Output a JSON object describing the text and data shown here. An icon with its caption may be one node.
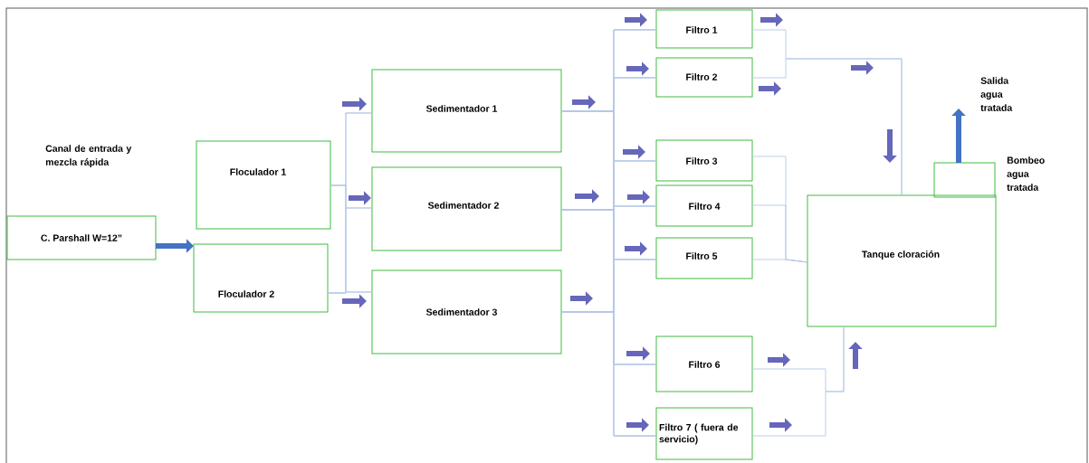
{
  "diagram": {
    "nodes": [
      {
        "text": [
          "C. Parshall W=12”"
        ]
      },
      {
        "text": [
          "Floculador 1"
        ]
      },
      {
        "text": [
          "Floculador 2"
        ]
      },
      {
        "text": [
          "Sedimentador 1"
        ]
      },
      {
        "text": [
          "Sedimentador 2"
        ]
      },
      {
        "text": [
          "Sedimentador 3"
        ]
      },
      {
        "text": [
          "Filtro 1"
        ]
      },
      {
        "text": [
          "Filtro 2"
        ]
      },
      {
        "text": [
          "Filtro 3"
        ]
      },
      {
        "text": [
          "Filtro 4"
        ]
      },
      {
        "text": [
          "Filtro 5"
        ]
      },
      {
        "text": [
          "Filtro 6"
        ]
      },
      {
        "text": [
          "Filtro 7 ( fuera de servicio)"
        ]
      },
      {
        "text": [
          "Tanque cloración"
        ]
      },
      {
        "text": [],
        "shape": "box",
        "beside": [
          "Bombeo agua tratada"
        ]
      }
    ],
    "edges": [
      {
        "from": 0,
        "to": 2,
        "arrow": "to",
        "style": "thick",
        "color": "#4472c4"
      },
      {
        "from": 1,
        "to": 3,
        "arrow": "none"
      },
      {
        "from": 1,
        "to": 4,
        "arrow": "none"
      },
      {
        "from": 1,
        "to": 5,
        "arrow": "none"
      },
      {
        "from": 2,
        "to": 3,
        "arrow": "none"
      },
      {
        "from": 2,
        "to": 4,
        "arrow": "none"
      },
      {
        "from": 2,
        "to": 5,
        "arrow": "none"
      },
      {
        "from": 3,
        "to": 6,
        "arrow": "none"
      },
      {
        "from": 3,
        "to": 7,
        "arrow": "none"
      },
      {
        "from": 3,
        "to": 8,
        "arrow": "none"
      },
      {
        "from": 3,
        "to": 9,
        "arrow": "none"
      },
      {
        "from": 3,
        "to": 10,
        "arrow": "none"
      },
      {
        "from": 3,
        "to": 11,
        "arrow": "none"
      },
      {
        "from": 3,
        "to": 12,
        "arrow": "none"
      },
      {
        "from": 4,
        "to": 6,
        "arrow": "none"
      },
      {
        "from": 4,
        "to": 7,
        "arrow": "none"
      },
      {
        "from": 4,
        "to": 8,
        "arrow": "none"
      },
      {
        "from": 4,
        "to": 9,
        "arrow": "none"
      },
      {
        "from": 4,
        "to": 10,
        "arrow": "none"
      },
      {
        "from": 4,
        "to": 11,
        "arrow": "none"
      },
      {
        "from": 4,
        "to": 12,
        "arrow": "none"
      },
      {
        "from": 5,
        "to": 6,
        "arrow": "none"
      },
      {
        "from": 5,
        "to": 7,
        "arrow": "none"
      },
      {
        "from": 5,
        "to": 8,
        "arrow": "none"
      },
      {
        "from": 5,
        "to": 9,
        "arrow": "none"
      },
      {
        "from": 5,
        "to": 10,
        "arrow": "none"
      },
      {
        "from": 5,
        "to": 11,
        "arrow": "none"
      },
      {
        "from": 5,
        "to": 12,
        "arrow": "none"
      },
      {
        "from": 6,
        "to": 13,
        "arrow": "none"
      },
      {
        "from": 7,
        "to": 13,
        "arrow": "none"
      },
      {
        "from": 8,
        "to": 13,
        "arrow": "none"
      },
      {
        "from": 9,
        "to": 13,
        "arrow": "none"
      },
      {
        "from": 10,
        "to": 13,
        "arrow": "none"
      },
      {
        "from": 11,
        "to": 13,
        "arrow": "none"
      },
      {
        "from": 12,
        "to": 13,
        "arrow": "none"
      },
      {
        "from": 14,
        "to": null,
        "arrow": "to",
        "style": "thick",
        "color": "#4472c4"
      }
    ],
    "labels": [
      "Canal de entrada y mezcla rápida",
      "Salida agua tratada"
    ]
  }
}
